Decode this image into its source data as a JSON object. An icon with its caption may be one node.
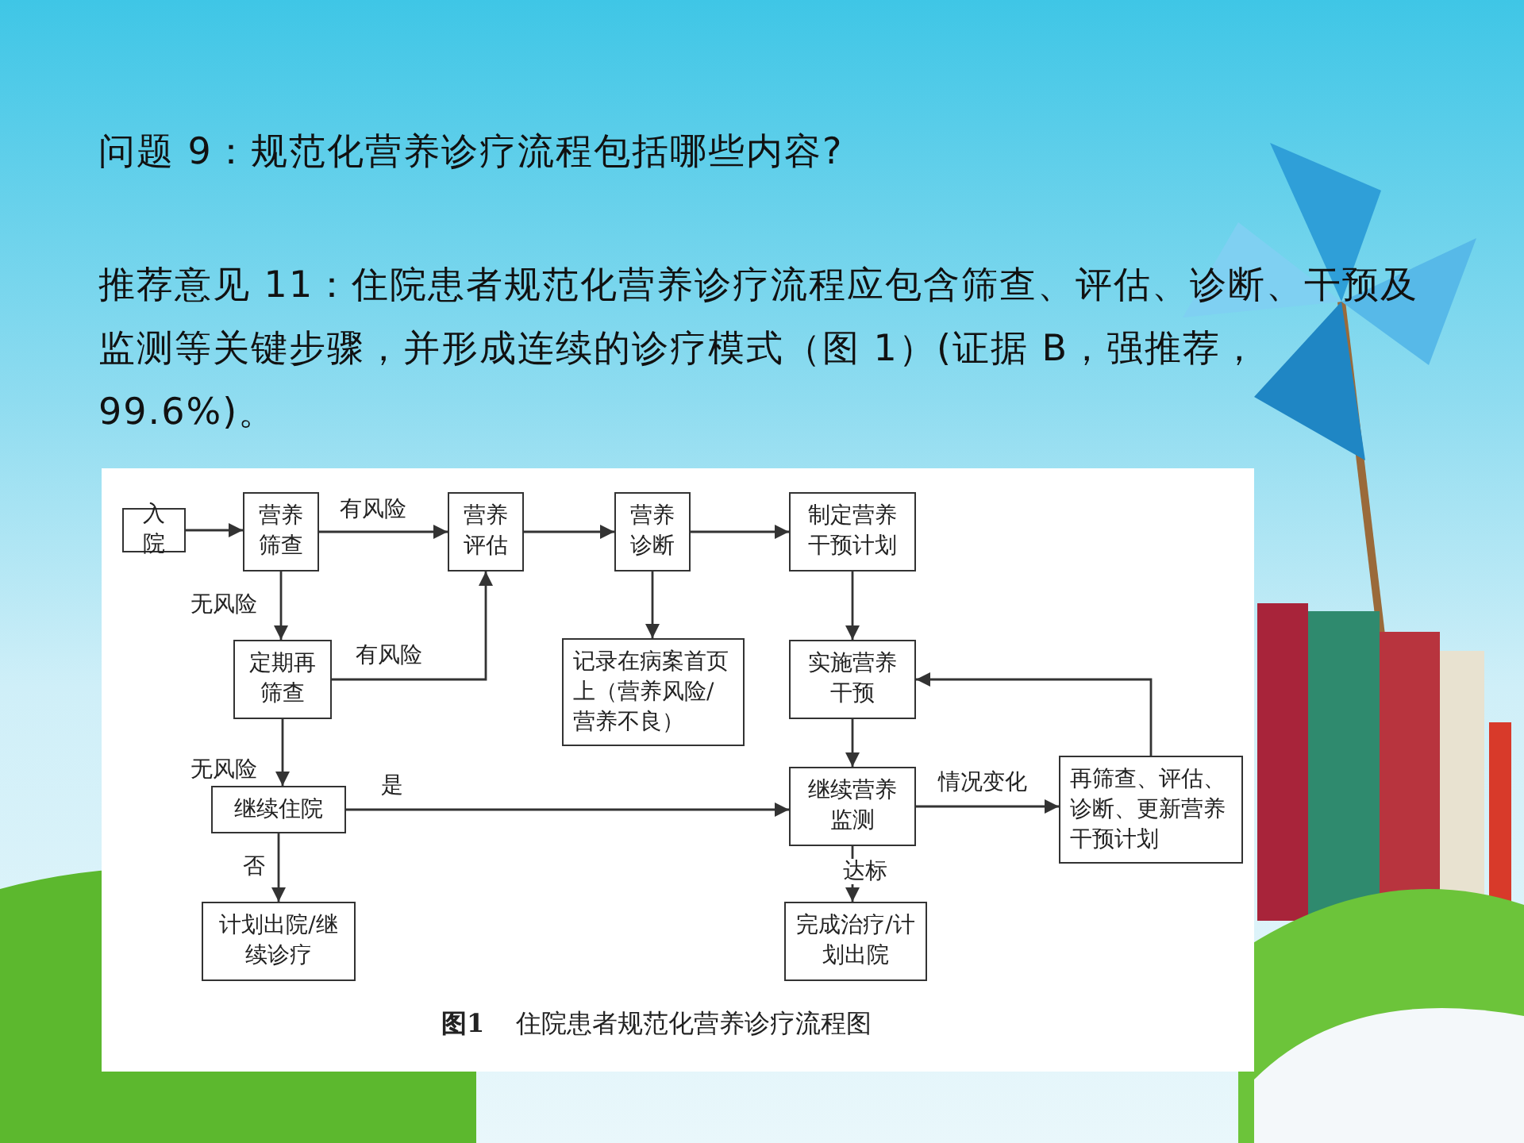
{
  "diagram": {
    "title": "问题 9：规范化营养诊疗流程包括哪些内容?",
    "caption": "**图1**　住院患者规范化营养诊疗流程图",
    "nodes": [
      {
        "text": [
          "入院"
        ]
      },
      {
        "text": [
          "营养筛查"
        ]
      },
      {
        "text": [
          "营养评估"
        ]
      },
      {
        "text": [
          "营养诊断"
        ]
      },
      {
        "text": [
          "制定营养干预计划"
        ]
      },
      {
        "text": [
          "记录在病案首页上（营养风险/营养不良）"
        ]
      },
      {
        "text": [
          "定期再筛查"
        ]
      },
      {
        "text": [
          "实施营养干预"
        ]
      },
      {
        "text": [
          "继续住院"
        ]
      },
      {
        "text": [
          "继续营养监测"
        ]
      },
      {
        "text": [
          "再筛查、评估、诊断、更新营养干预计划"
        ]
      },
      {
        "text": [
          "计划出院/继续诊疗"
        ]
      },
      {
        "text": [
          "完成治疗/计划出院"
        ]
      }
    ],
    "edges": [
      {
        "from": 0,
        "to": 1,
        "arrow": "to"
      },
      {
        "from": 1,
        "to": 2,
        "arrow": "to",
        "label": "有风险"
      },
      {
        "from": 2,
        "to": 3,
        "arrow": "to"
      },
      {
        "from": 3,
        "to": 4,
        "arrow": "to"
      },
      {
        "from": 3,
        "to": 5,
        "arrow": "to"
      },
      {
        "from": 1,
        "to": 6,
        "arrow": "to",
        "label": "无风险"
      },
      {
        "from": 6,
        "to": 2,
        "arrow": "to",
        "label": "有风险"
      },
      {
        "from": 6,
        "to": 8,
        "arrow": "to",
        "label": "无风险"
      },
      {
        "from": 8,
        "to": 9,
        "arrow": "to",
        "label": "是"
      },
      {
        "from": 8,
        "to": 11,
        "arrow": "to",
        "label": "否"
      },
      {
        "from": 4,
        "to": 7,
        "arrow": "to"
      },
      {
        "from": 7,
        "to": 9,
        "arrow": "to"
      },
      {
        "from": 9,
        "to": 10,
        "arrow": "to",
        "label": "情况变化"
      },
      {
        "from": 10,
        "to": 7,
        "arrow": "to"
      },
      {
        "from": 9,
        "to": 12,
        "arrow": "to",
        "label": "达标"
      }
    ],
    "labels": [
      "推荐意见 11：住院患者规范化营养诊疗流程应包含筛查、评估、诊断、干预及监测等关键步骤，并形成连续的诊疗模式（图 1）(证据 B，强推荐，99.6%)。"
    ]
  }
}
